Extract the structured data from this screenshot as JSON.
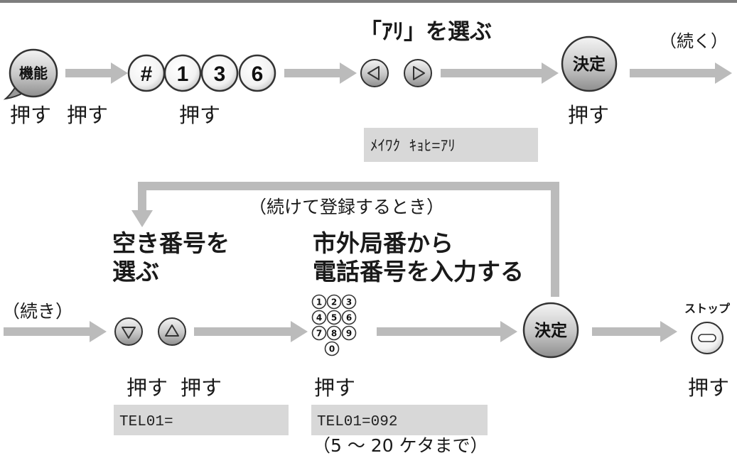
{
  "row1": {
    "select_instruction": "「ｱﾘ」を選ぶ",
    "continue_label": "（続く）",
    "function_button_label": "機能",
    "keys": [
      "#",
      "1",
      "3",
      "6"
    ],
    "left_key_icon": "left-triangle-icon",
    "right_key_icon": "right-triangle-icon",
    "enter_button_label": "決定",
    "press_labels": [
      "押す",
      "押す",
      "押す",
      "押す"
    ],
    "display_text": "ﾒｲﾜｸ ｷｮﾋ=ｱﾘ"
  },
  "loop": {
    "label": "（続けて登録するとき）"
  },
  "row2": {
    "continued_label": "（続き）",
    "select_empty_number": [
      "空き番号を",
      "選ぶ"
    ],
    "enter_number_instruction": [
      "市外局番から",
      "電話番号を入力する"
    ],
    "down_key_icon": "down-triangle-icon",
    "up_key_icon": "up-triangle-icon",
    "keypad_digits": [
      "1",
      "2",
      "3",
      "4",
      "5",
      "6",
      "7",
      "8",
      "9",
      "0"
    ],
    "enter_button_label": "決定",
    "stop_label": "ストップ",
    "stop_button_icon": "stop-button-icon",
    "press_labels": [
      "押す",
      "押す",
      "押す",
      "押す"
    ],
    "display_empty_number": "TEL01=",
    "display_phone_number": "TEL01=092",
    "digit_limit_note": "（5 ～ 20 ケタまで）"
  },
  "colors": {
    "arrow": "#bbbbbb",
    "display_background": "#d8d8d8",
    "outline": "#333333"
  }
}
